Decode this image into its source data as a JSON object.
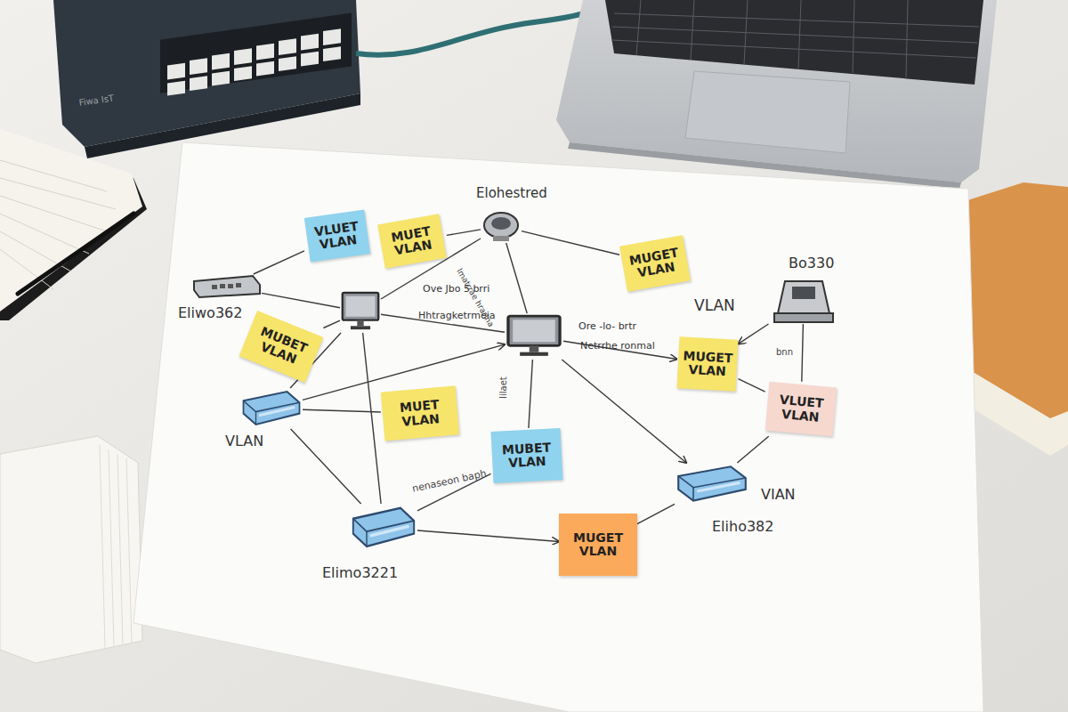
{
  "diagram": {
    "nodes": [
      {
        "text": [
          "Elohestred"
        ]
      },
      {
        "text": [
          "VLUET VLAN"
        ]
      },
      {
        "text": [
          "MUET VLAN"
        ]
      },
      {
        "text": [
          "MUGET VLAN"
        ]
      },
      {
        "text": [
          "Bo330"
        ]
      },
      {
        "text": [
          "Eliwo362"
        ]
      },
      {
        "text": [
          "Ove Jbo 5 brri",
          "Hhtragketrmeia"
        ]
      },
      {
        "text": [
          "Ore -lo- brtr",
          "Netrrhe ronmal"
        ]
      },
      {
        "text": [
          "MUBET VLAN"
        ]
      },
      {
        "text": [
          "MUGET VLAN"
        ]
      },
      {
        "text": [
          "VLUET VLAN"
        ]
      },
      {
        "text": [
          "VLAN"
        ]
      },
      {
        "text": [
          "MUET VLAN"
        ]
      },
      {
        "text": [
          "MUBET VLAN"
        ]
      },
      {
        "text": [
          "VIAN",
          "Eliho382"
        ]
      },
      {
        "text": [
          "Elimo3221"
        ]
      },
      {
        "text": [
          "MUGET VLAN"
        ]
      }
    ],
    "edges": [
      {
        "from": 5,
        "to": 6,
        "arrow": "none"
      },
      {
        "from": 5,
        "to": 1,
        "arrow": "none"
      },
      {
        "from": 6,
        "to": 0,
        "arrow": "none"
      },
      {
        "from": 2,
        "to": 0,
        "arrow": "none"
      },
      {
        "from": 0,
        "to": 7,
        "arrow": "none"
      },
      {
        "from": 0,
        "to": 3,
        "arrow": "none"
      },
      {
        "from": 6,
        "to": 7,
        "arrow": "none"
      },
      {
        "from": 7,
        "to": 9,
        "arrow": "to"
      },
      {
        "from": 4,
        "to": 9,
        "arrow": "to"
      },
      {
        "from": 4,
        "to": 10,
        "arrow": "none"
      },
      {
        "from": 9,
        "to": 10,
        "arrow": "none"
      },
      {
        "from": 7,
        "to": 14,
        "arrow": "to"
      },
      {
        "from": 11,
        "to": 7,
        "arrow": "to"
      },
      {
        "from": 11,
        "to": 6,
        "arrow": "none"
      },
      {
        "from": 8,
        "to": 6,
        "arrow": "none"
      },
      {
        "from": 11,
        "to": 15,
        "arrow": "none"
      },
      {
        "from": 11,
        "to": 12,
        "arrow": "none"
      },
      {
        "from": 6,
        "to": 15,
        "arrow": "none"
      },
      {
        "from": 7,
        "to": 13,
        "arrow": "none"
      },
      {
        "from": 15,
        "to": 13,
        "arrow": "none"
      },
      {
        "from": 15,
        "to": 16,
        "arrow": "to"
      },
      {
        "from": 14,
        "to": 16,
        "arrow": "none"
      },
      {
        "from": 14,
        "to": 10,
        "arrow": "none"
      }
    ],
    "labels": [
      "Fiwa IsT",
      "VLAN",
      "lmatrrae hrarlna",
      "Iilaet",
      "nenaseon baph",
      "bnn"
    ]
  }
}
